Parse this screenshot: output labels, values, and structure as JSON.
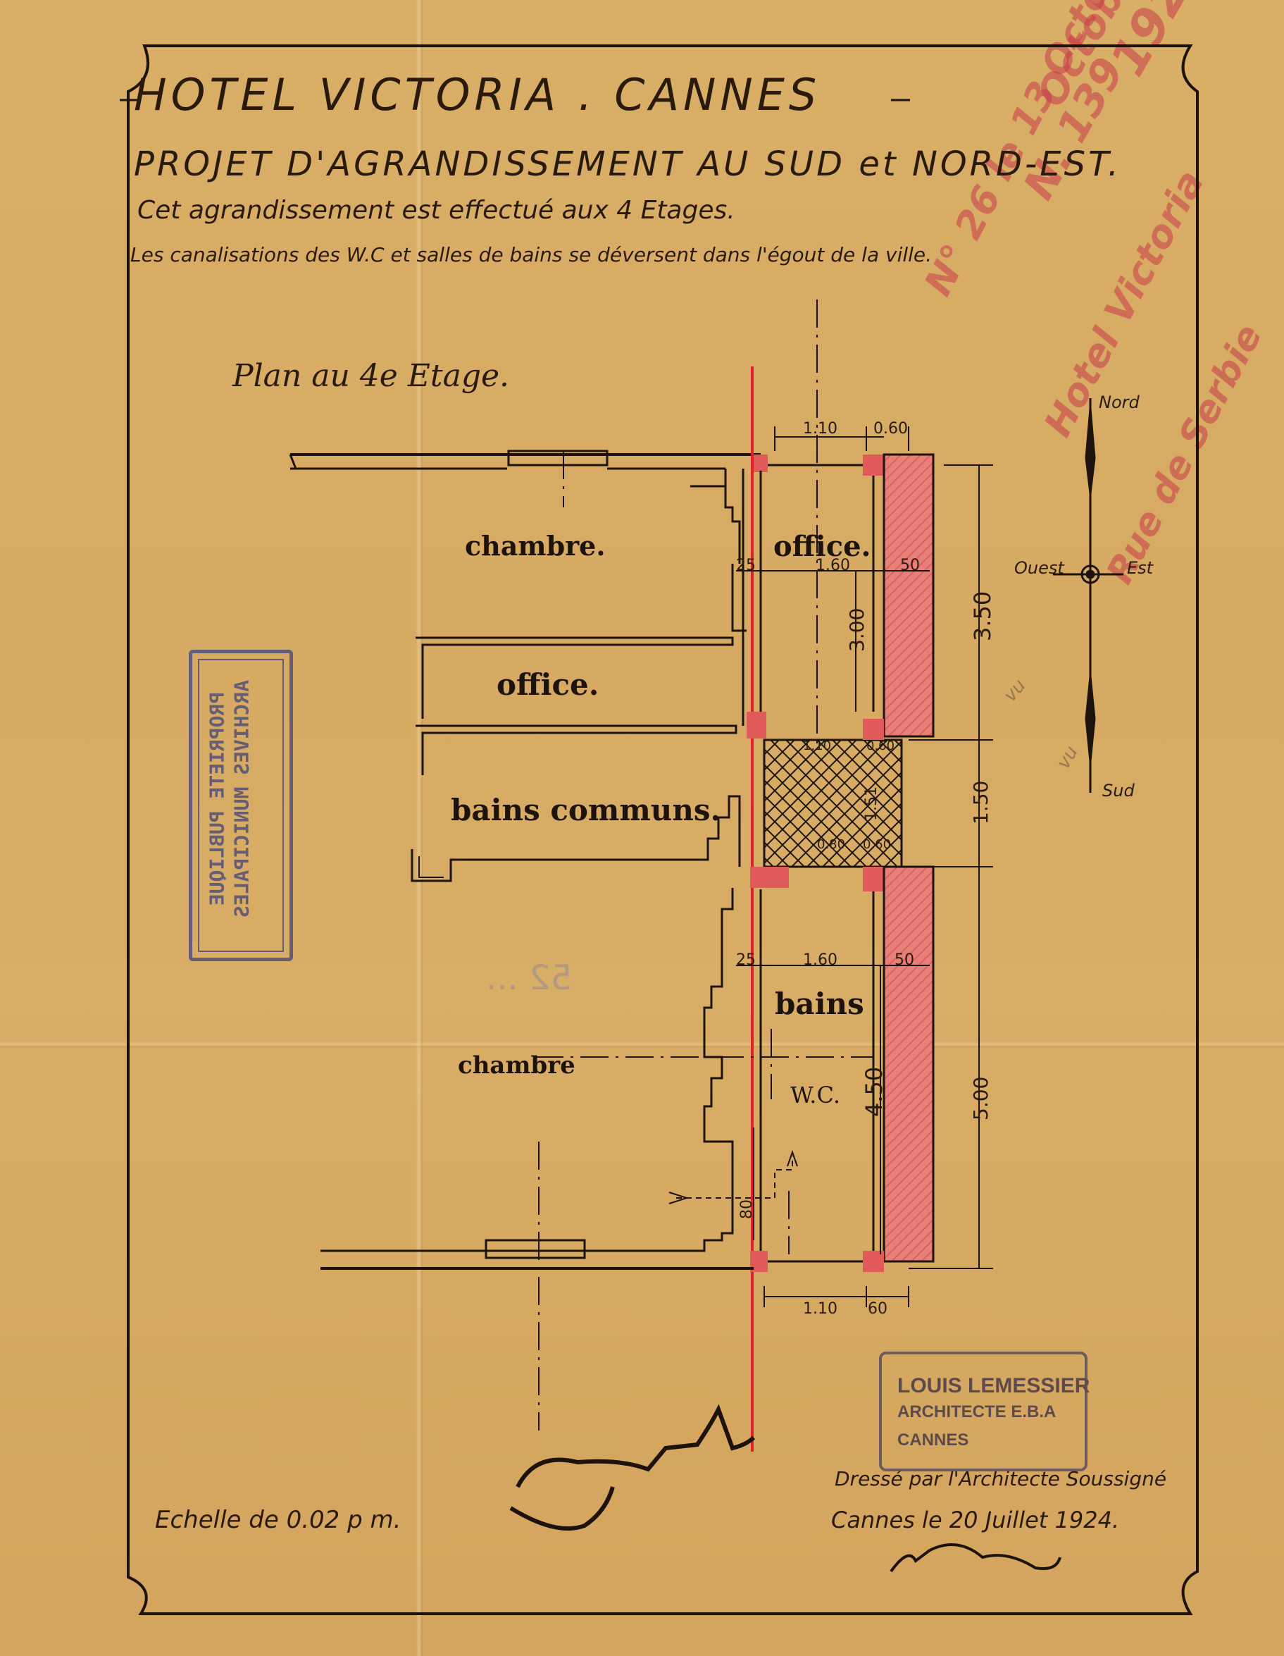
{
  "document": {
    "title": "HOTEL VICTORIA . CANNES",
    "subtitle": "PROJET D'AGRANDISSEMENT AU SUD et NORD-EST.",
    "note1": "Cet agrandissement est effectué aux 4 Etages.",
    "note2": "Les canalisations des W.C et salles de bains se déversent dans l'égout de la ville.",
    "plan_title": "Plan au 4e Etage.",
    "scale": "Echelle de 0.02 p m.",
    "signed_line1": "Dressé par l'Architecte Soussigné",
    "signed_line2": "Cannes le 20 Juillet 1924."
  },
  "rooms": {
    "chambre_top": "chambre.",
    "office_right": "office.",
    "office_left": "office.",
    "bains_communs": "bains communs.",
    "bains": "bains",
    "chambre_bottom": "chambre",
    "wc": "W.C."
  },
  "dimensions": {
    "top_width_1": "1.10",
    "top_width_2": "0.60",
    "wall_25_top": "25",
    "office_width": "1.60",
    "wall_50_top": "50",
    "office_depth": "3.00",
    "total_top": "3.50",
    "bath_w1": "1.10",
    "bath_w2": "0.60",
    "bath_depth": "1.51",
    "bath_b1": "0.80",
    "bath_b2": "0.60",
    "total_mid": "1.50",
    "wall_25_bot": "25",
    "bains_width": "1.60",
    "wall_50_bot": "50",
    "bains_depth": "4.50",
    "total_bot": "5.00",
    "bot_width_1": "1.10",
    "bot_width_2": "60",
    "step_80": "80"
  },
  "compass": {
    "north": "Nord",
    "west": "Ouest",
    "east": "Est",
    "south": "Sud"
  },
  "stamps": {
    "left_line1": "ARCHIVES MUNICIPALES",
    "left_line2": "PROPRIETE PUBLIQUE",
    "right_line1": "LOUIS LEMESSIER",
    "right_line2": "ARCHITECTE E.B.A",
    "right_line3": "CANNES"
  },
  "colors": {
    "paper": "#d6aa62",
    "ink": "#1e130a",
    "red_wash": "#e05a5a",
    "red_line": "#e0202a",
    "stamp_blue": "#4a4a78"
  }
}
